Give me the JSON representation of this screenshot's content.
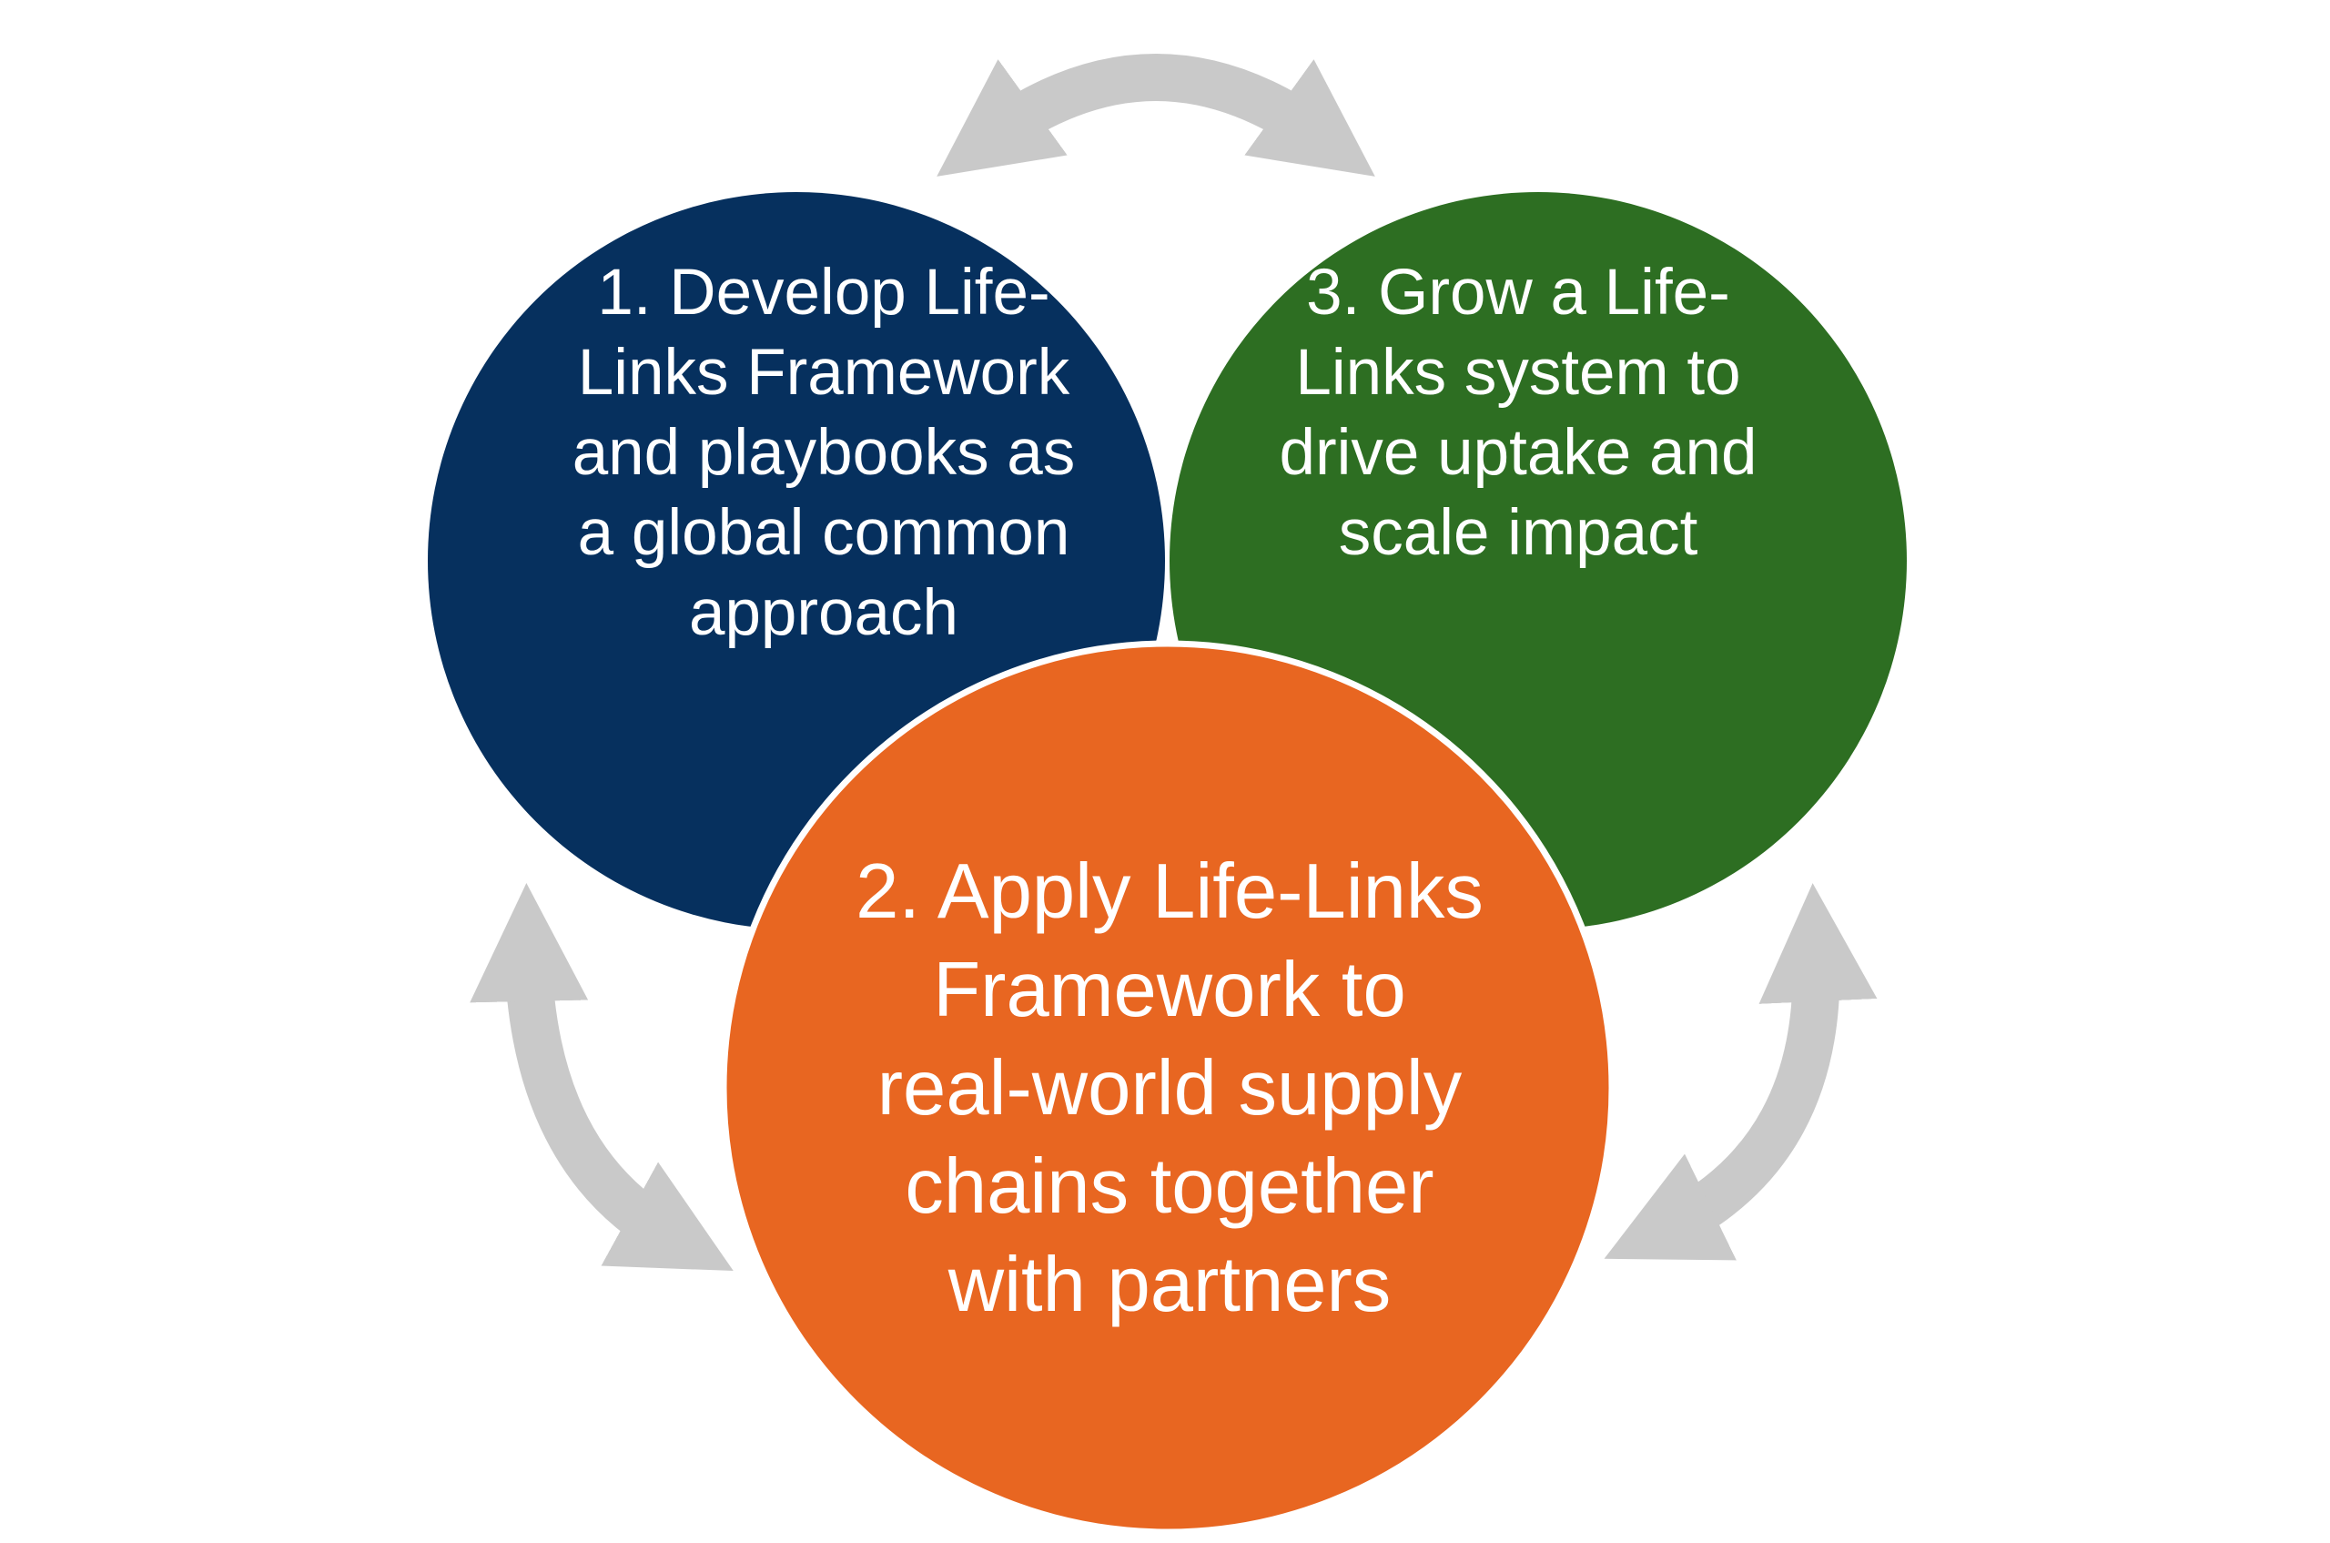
{
  "diagram": {
    "colors": {
      "background": "#ffffff",
      "arrow": "#c9c9c9",
      "step1_fill": "#06305e",
      "step2_fill": "#e86621",
      "step3_fill": "#2d6e22",
      "text": "#ffffff"
    },
    "step1": {
      "lines": [
        "1. Develop Life-",
        "Links Framework",
        "and playbooks as",
        "a global common",
        "approach"
      ]
    },
    "step2": {
      "lines": [
        "2. Apply Life-Links",
        "Framework to",
        "real-world supply",
        "chains together",
        "with partners"
      ]
    },
    "step3": {
      "lines": [
        "3. Grow a Life-",
        "Links system to",
        "drive uptake and",
        "scale impact"
      ]
    },
    "arrows": [
      {
        "icon": "bidirectional-curved-arrow-icon",
        "between": "step1-step3"
      },
      {
        "icon": "bidirectional-curved-arrow-icon",
        "between": "step1-step2"
      },
      {
        "icon": "bidirectional-curved-arrow-icon",
        "between": "step3-step2"
      }
    ]
  }
}
